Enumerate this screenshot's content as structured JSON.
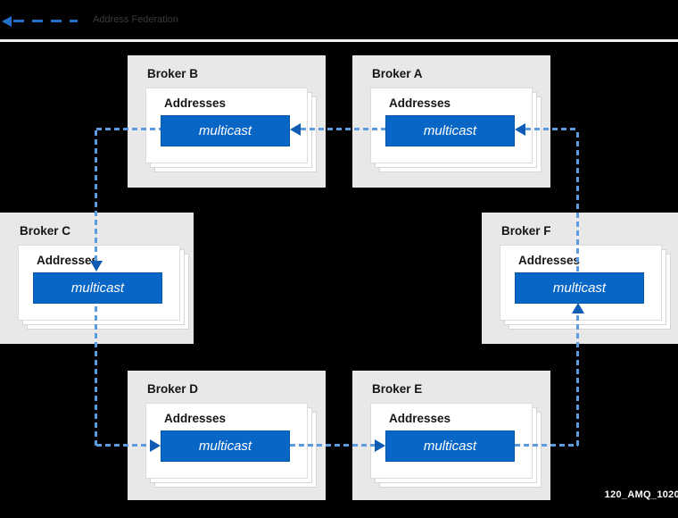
{
  "diagram": {
    "legend": {
      "label": "Address Federation"
    },
    "watermark": "120_AMQ_1020",
    "brokers": [
      {
        "key": "b",
        "title": "Broker B",
        "container_label": "Addresses",
        "address": "multicast"
      },
      {
        "key": "a",
        "title": "Broker A",
        "container_label": "Addresses",
        "address": "multicast"
      },
      {
        "key": "c",
        "title": "Broker C",
        "container_label": "Addresses",
        "address": "multicast"
      },
      {
        "key": "f",
        "title": "Broker F",
        "container_label": "Addresses",
        "address": "multicast"
      },
      {
        "key": "d",
        "title": "Broker D",
        "container_label": "Addresses",
        "address": "multicast"
      },
      {
        "key": "e",
        "title": "Broker E",
        "container_label": "Addresses",
        "address": "multicast"
      }
    ],
    "connections": [
      {
        "from": "Broker A",
        "to": "Broker B",
        "type": "address-federation"
      },
      {
        "from": "Broker B",
        "to": "Broker C",
        "type": "address-federation"
      },
      {
        "from": "Broker C",
        "to": "Broker D",
        "type": "address-federation"
      },
      {
        "from": "Broker D",
        "to": "Broker E",
        "type": "address-federation"
      },
      {
        "from": "Broker E",
        "to": "Broker F",
        "type": "address-federation"
      },
      {
        "from": "Broker F",
        "to": "Broker A",
        "type": "address-federation"
      }
    ],
    "colors": {
      "background": "#000000",
      "broker_box": "#e8e8e8",
      "card": "#ffffff",
      "address_fill": "#0766c6",
      "dash_line": "#5b9be0",
      "arrowhead": "#0f5cb4",
      "legend_blue": "#2270cc"
    }
  }
}
